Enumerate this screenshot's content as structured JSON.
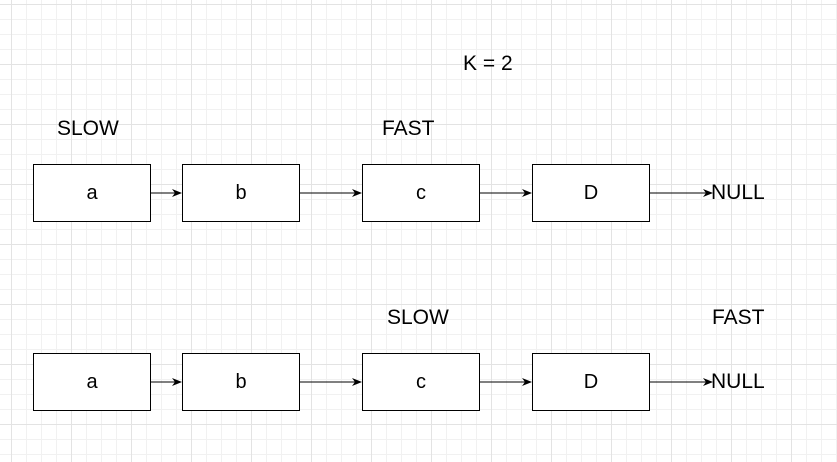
{
  "k_label": "K = 2",
  "row1": {
    "slow_label": "SLOW",
    "fast_label": "FAST",
    "nodes": [
      "a",
      "b",
      "c",
      "D"
    ],
    "terminal": "NULL"
  },
  "row2": {
    "slow_label": "SLOW",
    "fast_label": "FAST",
    "nodes": [
      "a",
      "b",
      "c",
      "D"
    ],
    "terminal": "NULL"
  }
}
